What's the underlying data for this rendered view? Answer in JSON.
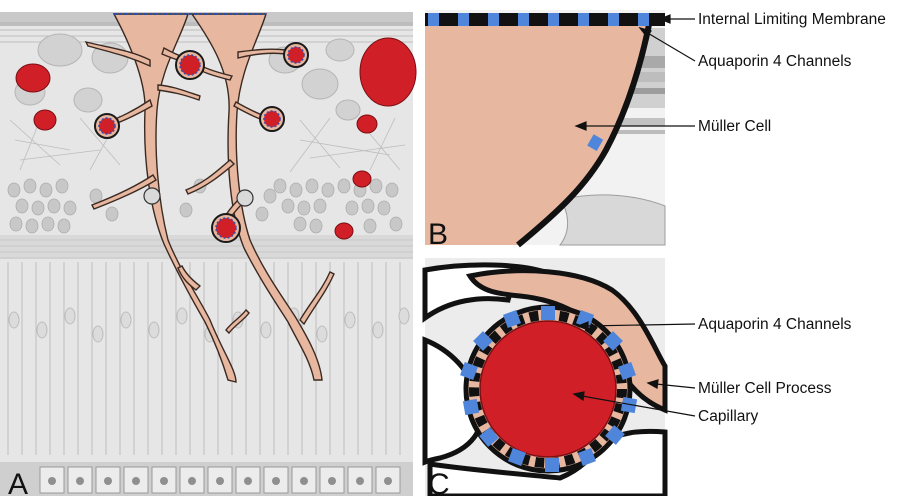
{
  "panels": [
    {
      "id": "A",
      "letter": "A"
    },
    {
      "id": "B",
      "letter": "B"
    },
    {
      "id": "C",
      "letter": "C"
    }
  ],
  "callouts": {
    "b_membrane": "Internal Limiting Membrane",
    "b_aquaporin": "Aquaporin 4 Channels",
    "b_muller_cell": "Müller Cell",
    "c_aquaporin": "Aquaporin 4 Channels",
    "c_muller_process": "Müller Cell Process",
    "c_capillary": "Capillary"
  },
  "colors": {
    "muller_cell": "#e8b7a0",
    "capillary": "#d01f27",
    "aquaporin": "#4f86db",
    "membrane_outline": "#111111",
    "tissue_gray": "#d8d8d8",
    "background": "#ffffff"
  }
}
